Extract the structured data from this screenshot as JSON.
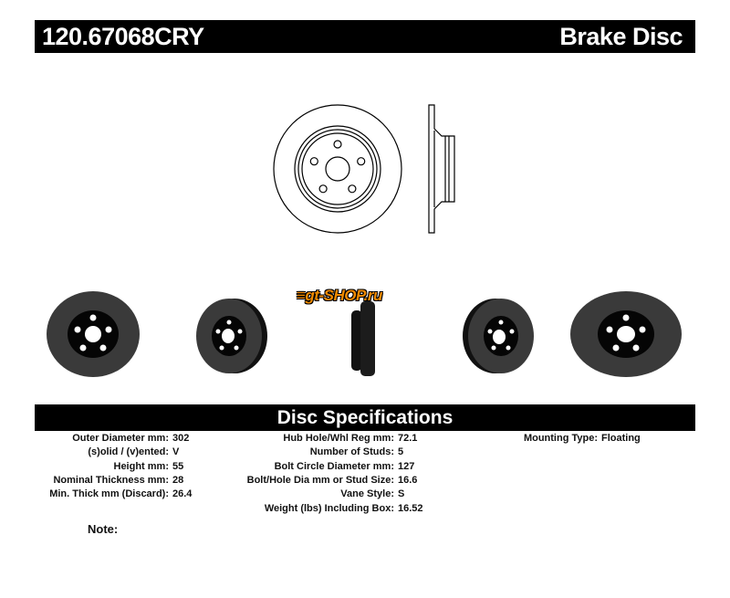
{
  "header": {
    "part_number": "120.67068CRY",
    "product": "Brake Disc"
  },
  "logo_text": "gt-shop.ru",
  "spec_title": "Disc Specifications",
  "specs_col1": [
    {
      "label": "Outer Diameter mm:",
      "value": "302"
    },
    {
      "label": "(s)olid / (v)ented:",
      "value": "V"
    },
    {
      "label": "Height mm:",
      "value": "55"
    },
    {
      "label": "Nominal Thickness mm:",
      "value": "28"
    },
    {
      "label": "Min. Thick mm (Discard):",
      "value": "26.4"
    }
  ],
  "specs_col2": [
    {
      "label": "Hub Hole/Whl Reg mm:",
      "value": "72.1"
    },
    {
      "label": "Number of Studs:",
      "value": "5"
    },
    {
      "label": "Bolt Circle Diameter mm:",
      "value": "127"
    },
    {
      "label": "Bolt/Hole Dia mm or Stud Size:",
      "value": "16.6"
    },
    {
      "label": "Vane Style:",
      "value": "S"
    },
    {
      "label": "Weight (lbs) Including Box:",
      "value": "16.52"
    }
  ],
  "specs_col3": [
    {
      "label": "Mounting Type:",
      "value": "Floating"
    }
  ],
  "note_label": "Note:"
}
